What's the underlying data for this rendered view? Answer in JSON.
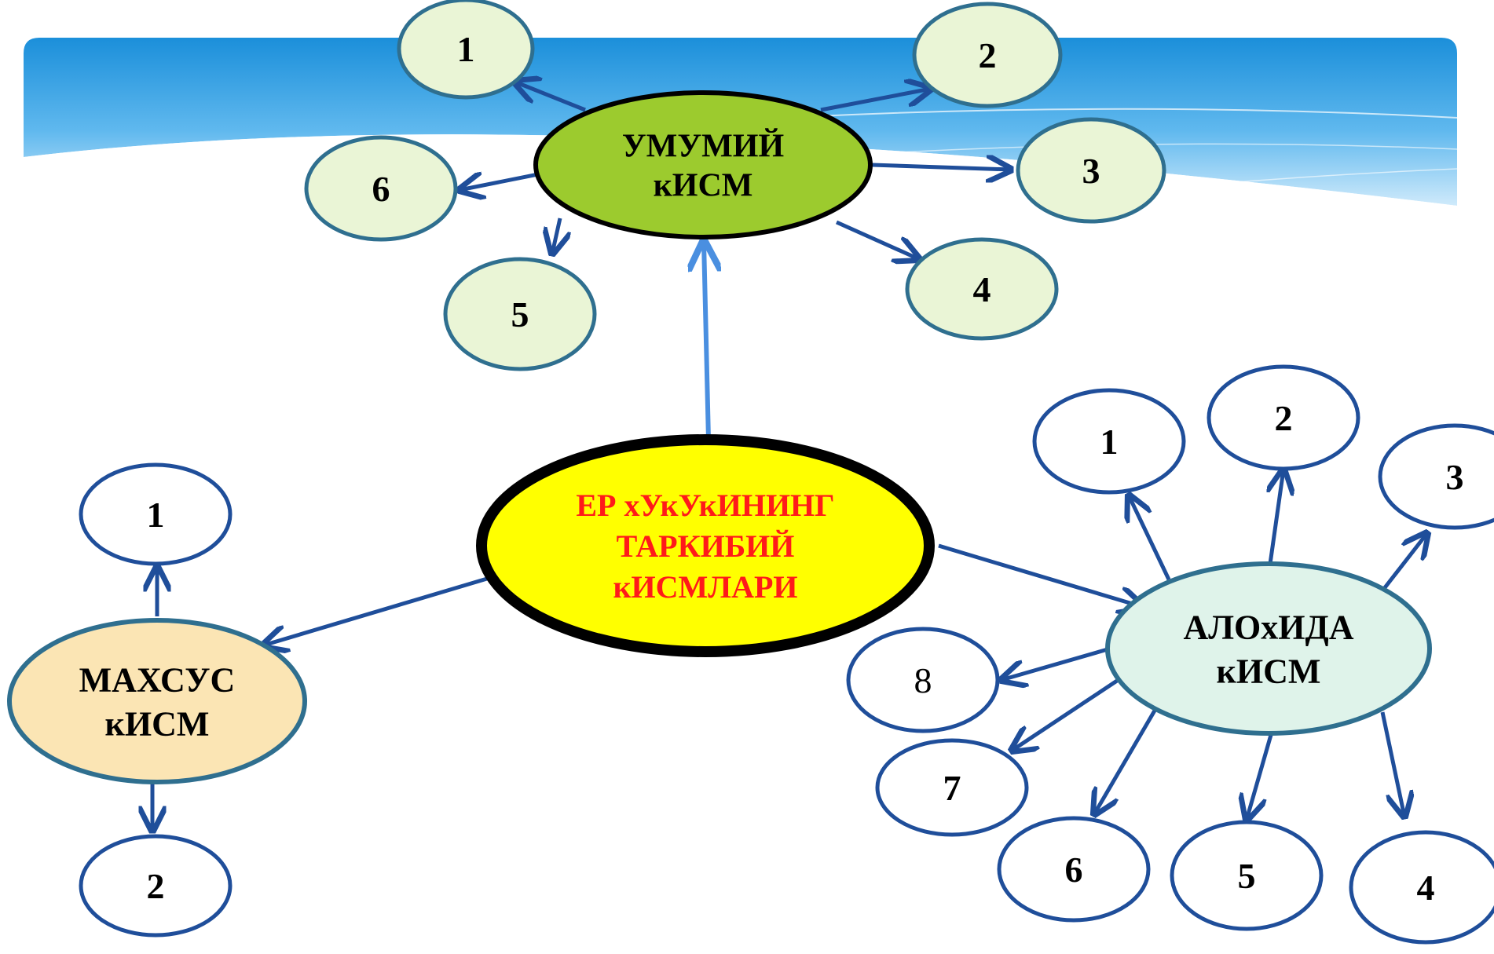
{
  "colors": {
    "banner_dark": "#1a8fd8",
    "banner_light": "#bfe3fa",
    "arrow": "#1f4e9a",
    "arrow_up": "#4a8fe0",
    "ring": "#2f6f8f",
    "center_fill": "#ffff00",
    "center_text": "#ff1a1a",
    "general_fill": "#9ccb2e",
    "general_child_fill": "#eaf5d6",
    "special_fill": "#fbe5b4",
    "separate_fill": "#dff3ea",
    "white_child": "#ffffff"
  },
  "center": {
    "lines": [
      "ЕР хУкУкИНИНГ",
      "ТАРКИБИЙ",
      "кИСМЛАРИ"
    ]
  },
  "general": {
    "lines": [
      "УМУМИЙ",
      "кИСМ"
    ],
    "children": [
      "1",
      "2",
      "3",
      "4",
      "5",
      "6"
    ]
  },
  "special": {
    "lines": [
      "МАХСУС",
      "кИСМ"
    ],
    "children": [
      "1",
      "2"
    ]
  },
  "separate": {
    "lines": [
      "АЛОхИДА",
      "кИСМ"
    ],
    "children": [
      "1",
      "2",
      "3",
      "4",
      "5",
      "6",
      "7",
      "8"
    ]
  }
}
